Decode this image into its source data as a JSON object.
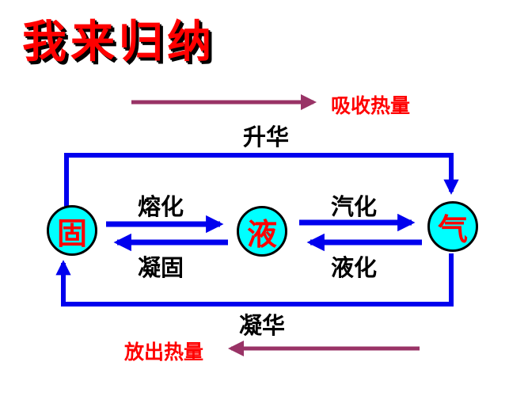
{
  "title": {
    "text": "我来归纳"
  },
  "states": {
    "solid": "固",
    "liquid": "液",
    "gas": "气"
  },
  "transitions": {
    "sublimation": "升华",
    "melting": "熔化",
    "freezing": "凝固",
    "vaporization": "汽化",
    "liquefaction": "液化",
    "deposition": "凝华"
  },
  "legend": {
    "absorb": "吸收热量",
    "release": "放出热量"
  },
  "colors": {
    "background": "#ffffff",
    "title_text": "#ff0000",
    "title_shadow": "#000000",
    "state_circle_fill": "#00ffff",
    "state_circle_border": "#000000",
    "state_text": "#ff0000",
    "transition_arrow": "#0000ee",
    "transition_label": "#000000",
    "heat_arrow": "#993366",
    "heat_label": "#ff0000"
  }
}
